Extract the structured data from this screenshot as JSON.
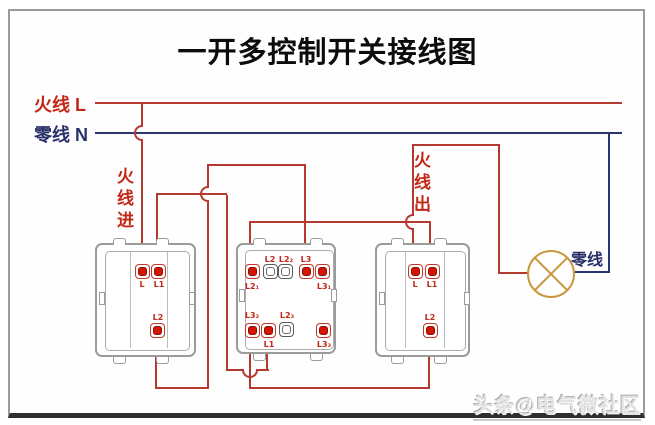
{
  "title": "一开多控制开关接线图",
  "colors": {
    "wire_live": "#b5392e",
    "wire_neutral": "#2b3570",
    "label_red": "#c22718",
    "label_navy": "#2a3069",
    "terminal_red": "#d41405",
    "lamp_orange": "#c9973f",
    "switch_outline": "#9b9b9b"
  },
  "bus": {
    "live_label": "火线 L",
    "neutral_label": "零线 N"
  },
  "annotations": {
    "live_in": "火线进",
    "live_out": "火线出",
    "lamp_neutral": "零线"
  },
  "switches": {
    "sw1": {
      "l": "L",
      "l1": "L1",
      "l2": "L2"
    },
    "sw2": {
      "t_l2": "L2",
      "t_l22": "L2₂",
      "t_l3": "L3",
      "t_l21": "L2₁",
      "t_l31": "L3₁",
      "b_l32": "L3₂",
      "b_l23": "L2₃",
      "b_l1": "L1",
      "b_l33": "L3₃"
    },
    "sw3": {
      "l": "L",
      "l1": "L1",
      "l2": "L2"
    }
  },
  "watermark": "头条@电气微社区"
}
